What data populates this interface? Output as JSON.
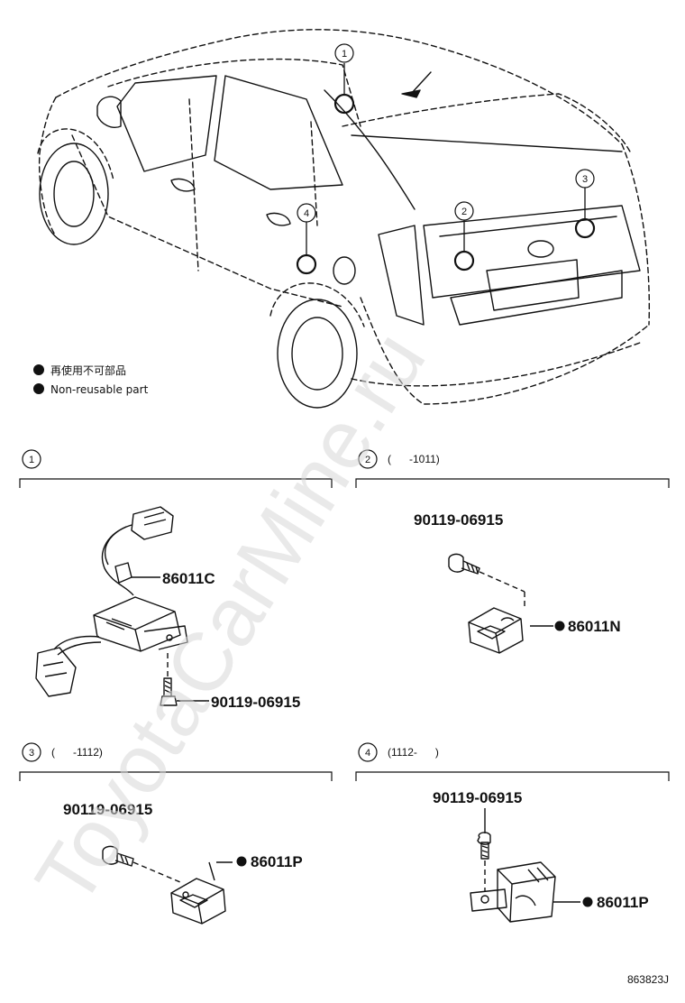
{
  "legend": {
    "line1": "再使用不可部品",
    "line2": "Non-reusable part"
  },
  "callouts": [
    "1",
    "2",
    "3",
    "4"
  ],
  "sections": [
    {
      "number": "1",
      "range": ""
    },
    {
      "number": "2",
      "range": "(      -1011)"
    },
    {
      "number": "3",
      "range": "(      -1112)"
    },
    {
      "number": "4",
      "range": "(1112-      )"
    }
  ],
  "parts": {
    "s1_sensor": "86011C",
    "s1_bolt": "90119-06915",
    "s2_bolt": "90119-06915",
    "s2_sensor": "86011N",
    "s3_bolt": "90119-06915",
    "s3_sensor": "86011P",
    "s4_bolt": "90119-06915",
    "s4_sensor": "86011P"
  },
  "watermark": "ToyotaCarMine.ru",
  "figure_id": "863823J"
}
